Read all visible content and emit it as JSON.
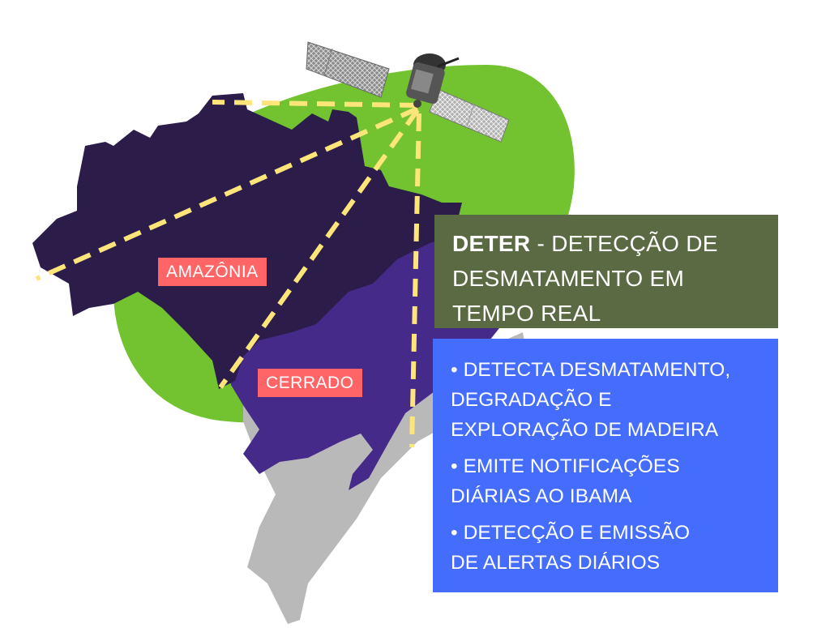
{
  "colors": {
    "green_blob": "#72c32f",
    "amazonia_region": "#2b1c4a",
    "cerrado_region": "#452a8a",
    "other_region": "#b9b9b9",
    "signal_lines": "#fde57a",
    "region_tag_bg": "#ff6566",
    "title_box_bg": "#5a6b43",
    "info_box_bg": "#456dfd",
    "text": "#ffffff"
  },
  "regions": {
    "amazonia": {
      "label": "AMAZÔNIA"
    },
    "cerrado": {
      "label": "CERRADO"
    }
  },
  "title_box": {
    "acronym": "DETER",
    "separator": " - ",
    "line1_rest": "DETECÇÃO DE",
    "line2": "DESMATAMENTO EM",
    "line3": "TEMPO REAL"
  },
  "info_box": {
    "bullets": [
      {
        "line1": "• DETECTA DESMATAMENTO,",
        "line2": "DEGRADAÇÃO E",
        "line3": "EXPLORAÇÃO DE MADEIRA"
      },
      {
        "line1": "• EMITE NOTIFICAÇÕES",
        "line2": "DIÁRIAS AO IBAMA"
      },
      {
        "line1": "• DETECÇÃO E EMISSÃO",
        "line2": "DE ALERTAS DIÁRIOS"
      }
    ]
  },
  "icons": {
    "satellite": "satellite-icon",
    "map": "brazil-map"
  }
}
